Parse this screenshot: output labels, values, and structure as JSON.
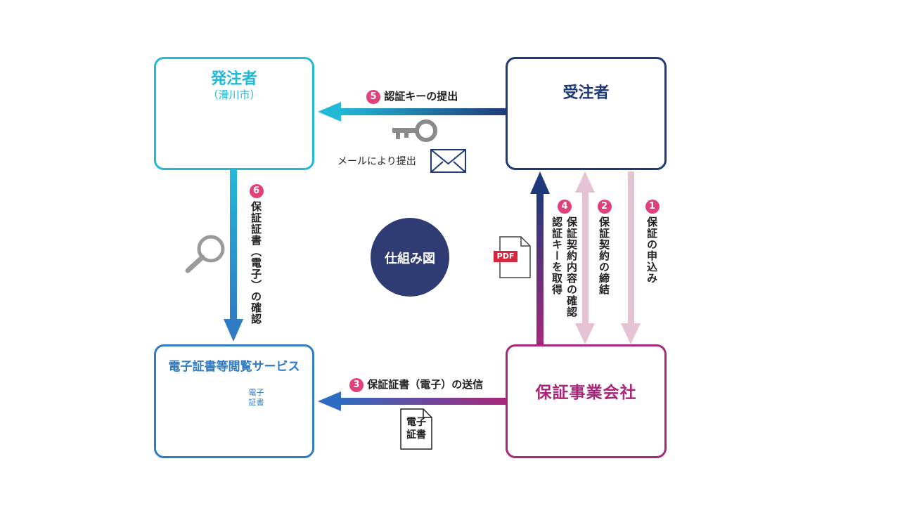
{
  "center_label": "仕組み図",
  "orderer": {
    "title": "発注者",
    "subtitle": "（滑川市）"
  },
  "contractor": {
    "title": "受注者"
  },
  "guarantor": {
    "title": "保証事業会社"
  },
  "viewer": {
    "title": "電子証書等閲覧サービス",
    "doc_label_1": "電子",
    "doc_label_2": "証書"
  },
  "steps": {
    "s1": {
      "num": "1",
      "text": "保証の申込み"
    },
    "s2": {
      "num": "2",
      "text": "保証契約の締結"
    },
    "s3": {
      "num": "3",
      "text": "保証証書（電子）の送信"
    },
    "s4": {
      "num": "4",
      "text_line1": "保証契約内容の確認",
      "text_line2": "認証キーを取得"
    },
    "s5": {
      "num": "5",
      "text": "認証キーの提出"
    },
    "s6": {
      "num": "6",
      "text": "保証証書（電子）の確認"
    }
  },
  "mail_label": "メールにより提出",
  "pdf_label": "PDF",
  "edoc": {
    "line1": "電子",
    "line2": "証書"
  },
  "colors": {
    "cyan": "#22b8d8",
    "navy": "#1f3a7a",
    "magenta": "#a8277a",
    "blue": "#2f7cc4",
    "pink_light": "#e5c3d2",
    "center_circle": "#2f3b73",
    "step_badge": "#e0407b"
  }
}
